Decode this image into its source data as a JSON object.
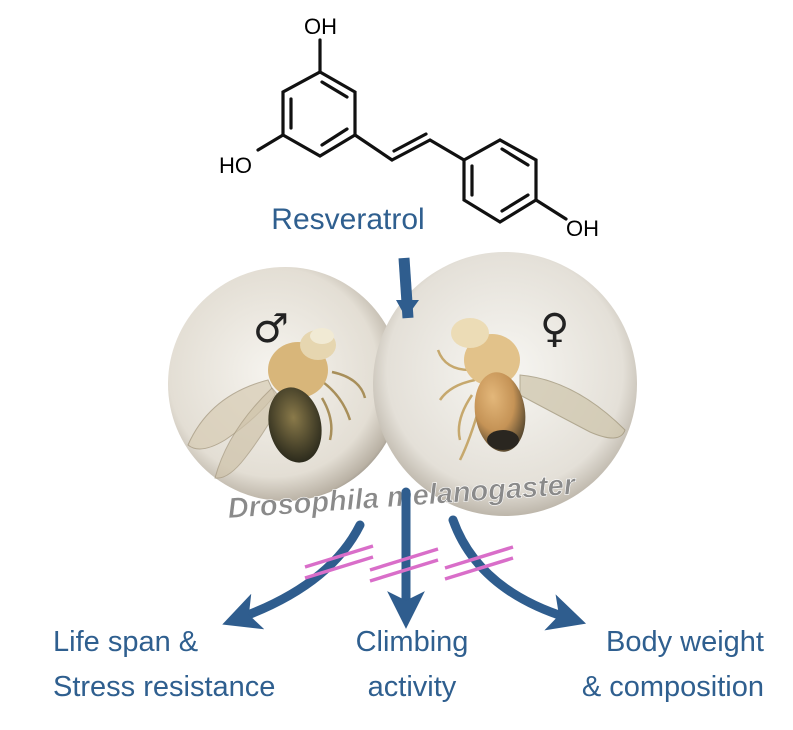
{
  "molecule": {
    "name": "Resveratrol",
    "atoms": {
      "oh_top": "OH",
      "ho_left": "HO",
      "oh_right": "OH"
    }
  },
  "photos": {
    "male_symbol": "♂",
    "female_symbol": "♀",
    "species": "Drosophila melanogaster"
  },
  "outcomes": [
    {
      "line1": "Life span &",
      "line2": "Stress resistance"
    },
    {
      "line1": "Climbing",
      "line2": "activity"
    },
    {
      "line1": "Body weight",
      "line2": "& composition"
    }
  ],
  "colors": {
    "arrow": "#2f5d8e",
    "label_text": "#2f5f8f",
    "block_marks": "#d96ec9"
  }
}
